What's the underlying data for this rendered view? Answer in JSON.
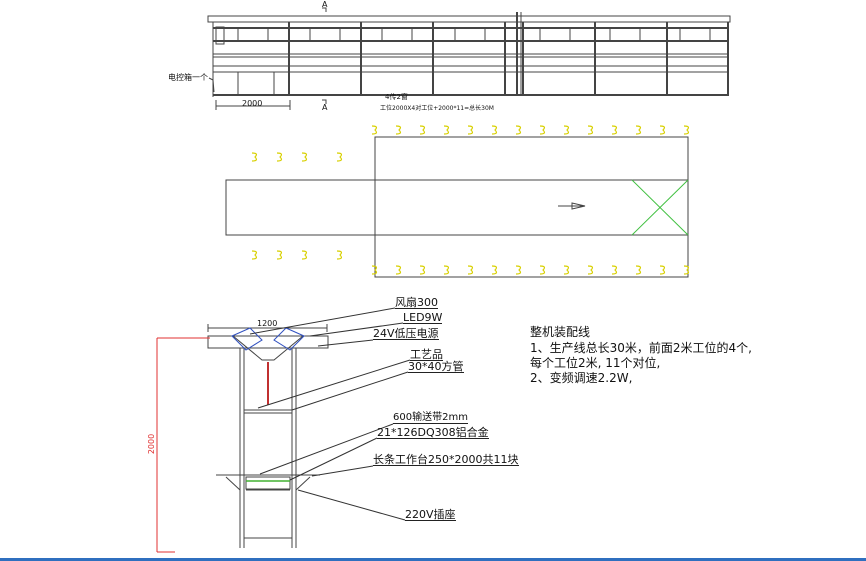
{
  "elevation": {
    "section_mark": "A",
    "control_box_label": "电控箱一个",
    "dim_2000": "2000",
    "title": "4传2窗",
    "subtitle": "工位2000X4对工位+2000*11=总长30M"
  },
  "section": {
    "width_dim": "1200",
    "height_dim": "2000",
    "callouts": [
      "风扇300",
      "LED9W",
      "24V低压电源",
      "工艺品",
      "30*40方管",
      "600输送带2mm",
      "21*126DQ308铝合金",
      "长条工作台250*2000共11块",
      "220V插座"
    ]
  },
  "notes": {
    "title": "整机装配线",
    "lines": [
      "1、生产线总长30米，前面2米工位的4个,",
      "每个工位2米, 11个对位,",
      "2、变频调速2.2W,"
    ]
  },
  "colors": {
    "line": "#333333",
    "dim": "#e03030",
    "fan": "#3050c0",
    "belt": "#40b030",
    "seat": "#e8e000",
    "cross": "#40c040"
  }
}
